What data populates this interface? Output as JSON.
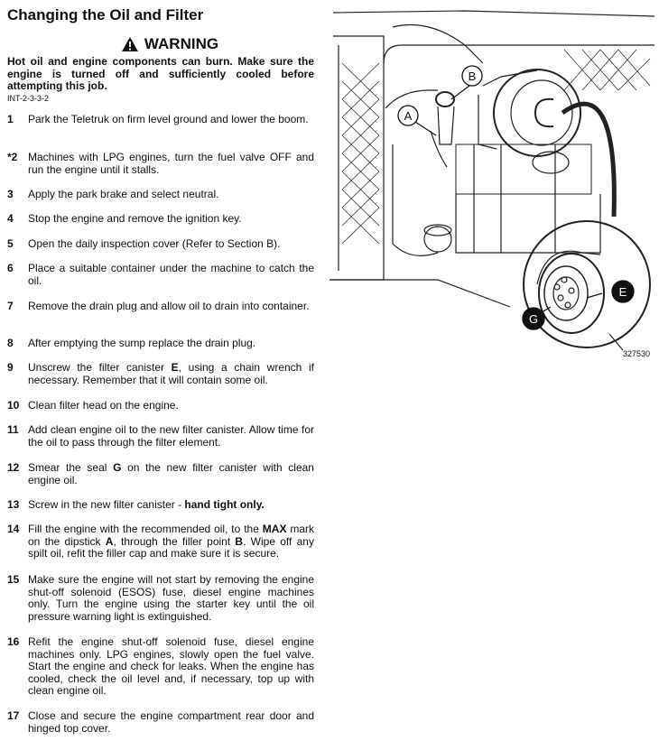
{
  "title": "Changing the Oil and Filter",
  "warning": {
    "heading": "WARNING",
    "text": "Hot oil and engine components can burn. Make sure the engine is turned off and sufficiently cooled before attempting this job.",
    "code": "INT-2-3-3-2"
  },
  "steps": [
    {
      "num": "1",
      "parts": [
        {
          "t": "Park the Teletruk on firm level ground and lower the boom."
        }
      ]
    },
    {
      "num": "*2",
      "parts": [
        {
          "t": "Machines with LPG engines, turn the fuel valve OFF and run the engine until it stalls."
        }
      ]
    },
    {
      "num": "3",
      "parts": [
        {
          "t": "Apply the park brake and select neutral."
        }
      ]
    },
    {
      "num": "4",
      "parts": [
        {
          "t": "Stop the engine and remove the ignition key."
        }
      ]
    },
    {
      "num": "5",
      "parts": [
        {
          "t": "Open the daily inspection cover (Refer to Section B)."
        }
      ]
    },
    {
      "num": "6",
      "parts": [
        {
          "t": "Place a suitable container under the machine to catch the oil."
        }
      ]
    },
    {
      "num": "7",
      "parts": [
        {
          "t": "Remove the drain plug and allow oil to drain into container."
        }
      ]
    },
    {
      "num": "8",
      "parts": [
        {
          "t": "After emptying the sump replace the drain plug."
        }
      ]
    },
    {
      "num": "9",
      "parts": [
        {
          "t": "Unscrew the filter canister "
        },
        {
          "t": "E",
          "b": true
        },
        {
          "t": ", using a chain wrench if necessary. Remember that it will contain some oil."
        }
      ]
    },
    {
      "num": "10",
      "parts": [
        {
          "t": "Clean filter head on the engine."
        }
      ]
    },
    {
      "num": "11",
      "parts": [
        {
          "t": "Add clean engine oil to the new filter canister. Allow time for the oil to pass through the filter element."
        }
      ]
    },
    {
      "num": "12",
      "parts": [
        {
          "t": "Smear the seal "
        },
        {
          "t": "G",
          "b": true
        },
        {
          "t": " on the new filter canister with clean engine oil."
        }
      ]
    },
    {
      "num": "13",
      "parts": [
        {
          "t": "Screw in the new filter canister - "
        },
        {
          "t": "hand tight only.",
          "b": true
        }
      ]
    },
    {
      "num": "14",
      "parts": [
        {
          "t": "Fill the engine with the recommended oil, to the "
        },
        {
          "t": "MAX",
          "b": true
        },
        {
          "t": " mark on the dipstick "
        },
        {
          "t": "A",
          "b": true
        },
        {
          "t": ", through the filler point "
        },
        {
          "t": "B",
          "b": true
        },
        {
          "t": ". Wipe off any spilt oil, refit the filler cap and make sure it is secure."
        }
      ]
    },
    {
      "num": "15",
      "parts": [
        {
          "t": "Make sure the engine will not start by removing the engine shut-off solenoid (ESOS) fuse, diesel engine machines only. Turn the engine using the starter key until the oil pressure warning light is extinguished."
        }
      ]
    },
    {
      "num": "16",
      "parts": [
        {
          "t": "Refit the engine shut-off solenoid fuse, diesel engine machines only. LPG engines, slowly open the fuel valve. Start the engine and check for leaks. When the engine has cooled, check the oil level and, if necessary, top up with clean engine oil."
        }
      ]
    },
    {
      "num": "17",
      "parts": [
        {
          "t": "Close and secure the engine compartment rear door and hinged top cover."
        }
      ]
    }
  ],
  "figure": {
    "labels": {
      "a": "A",
      "b": "B",
      "e": "E",
      "g": "G"
    },
    "number": "327530"
  }
}
